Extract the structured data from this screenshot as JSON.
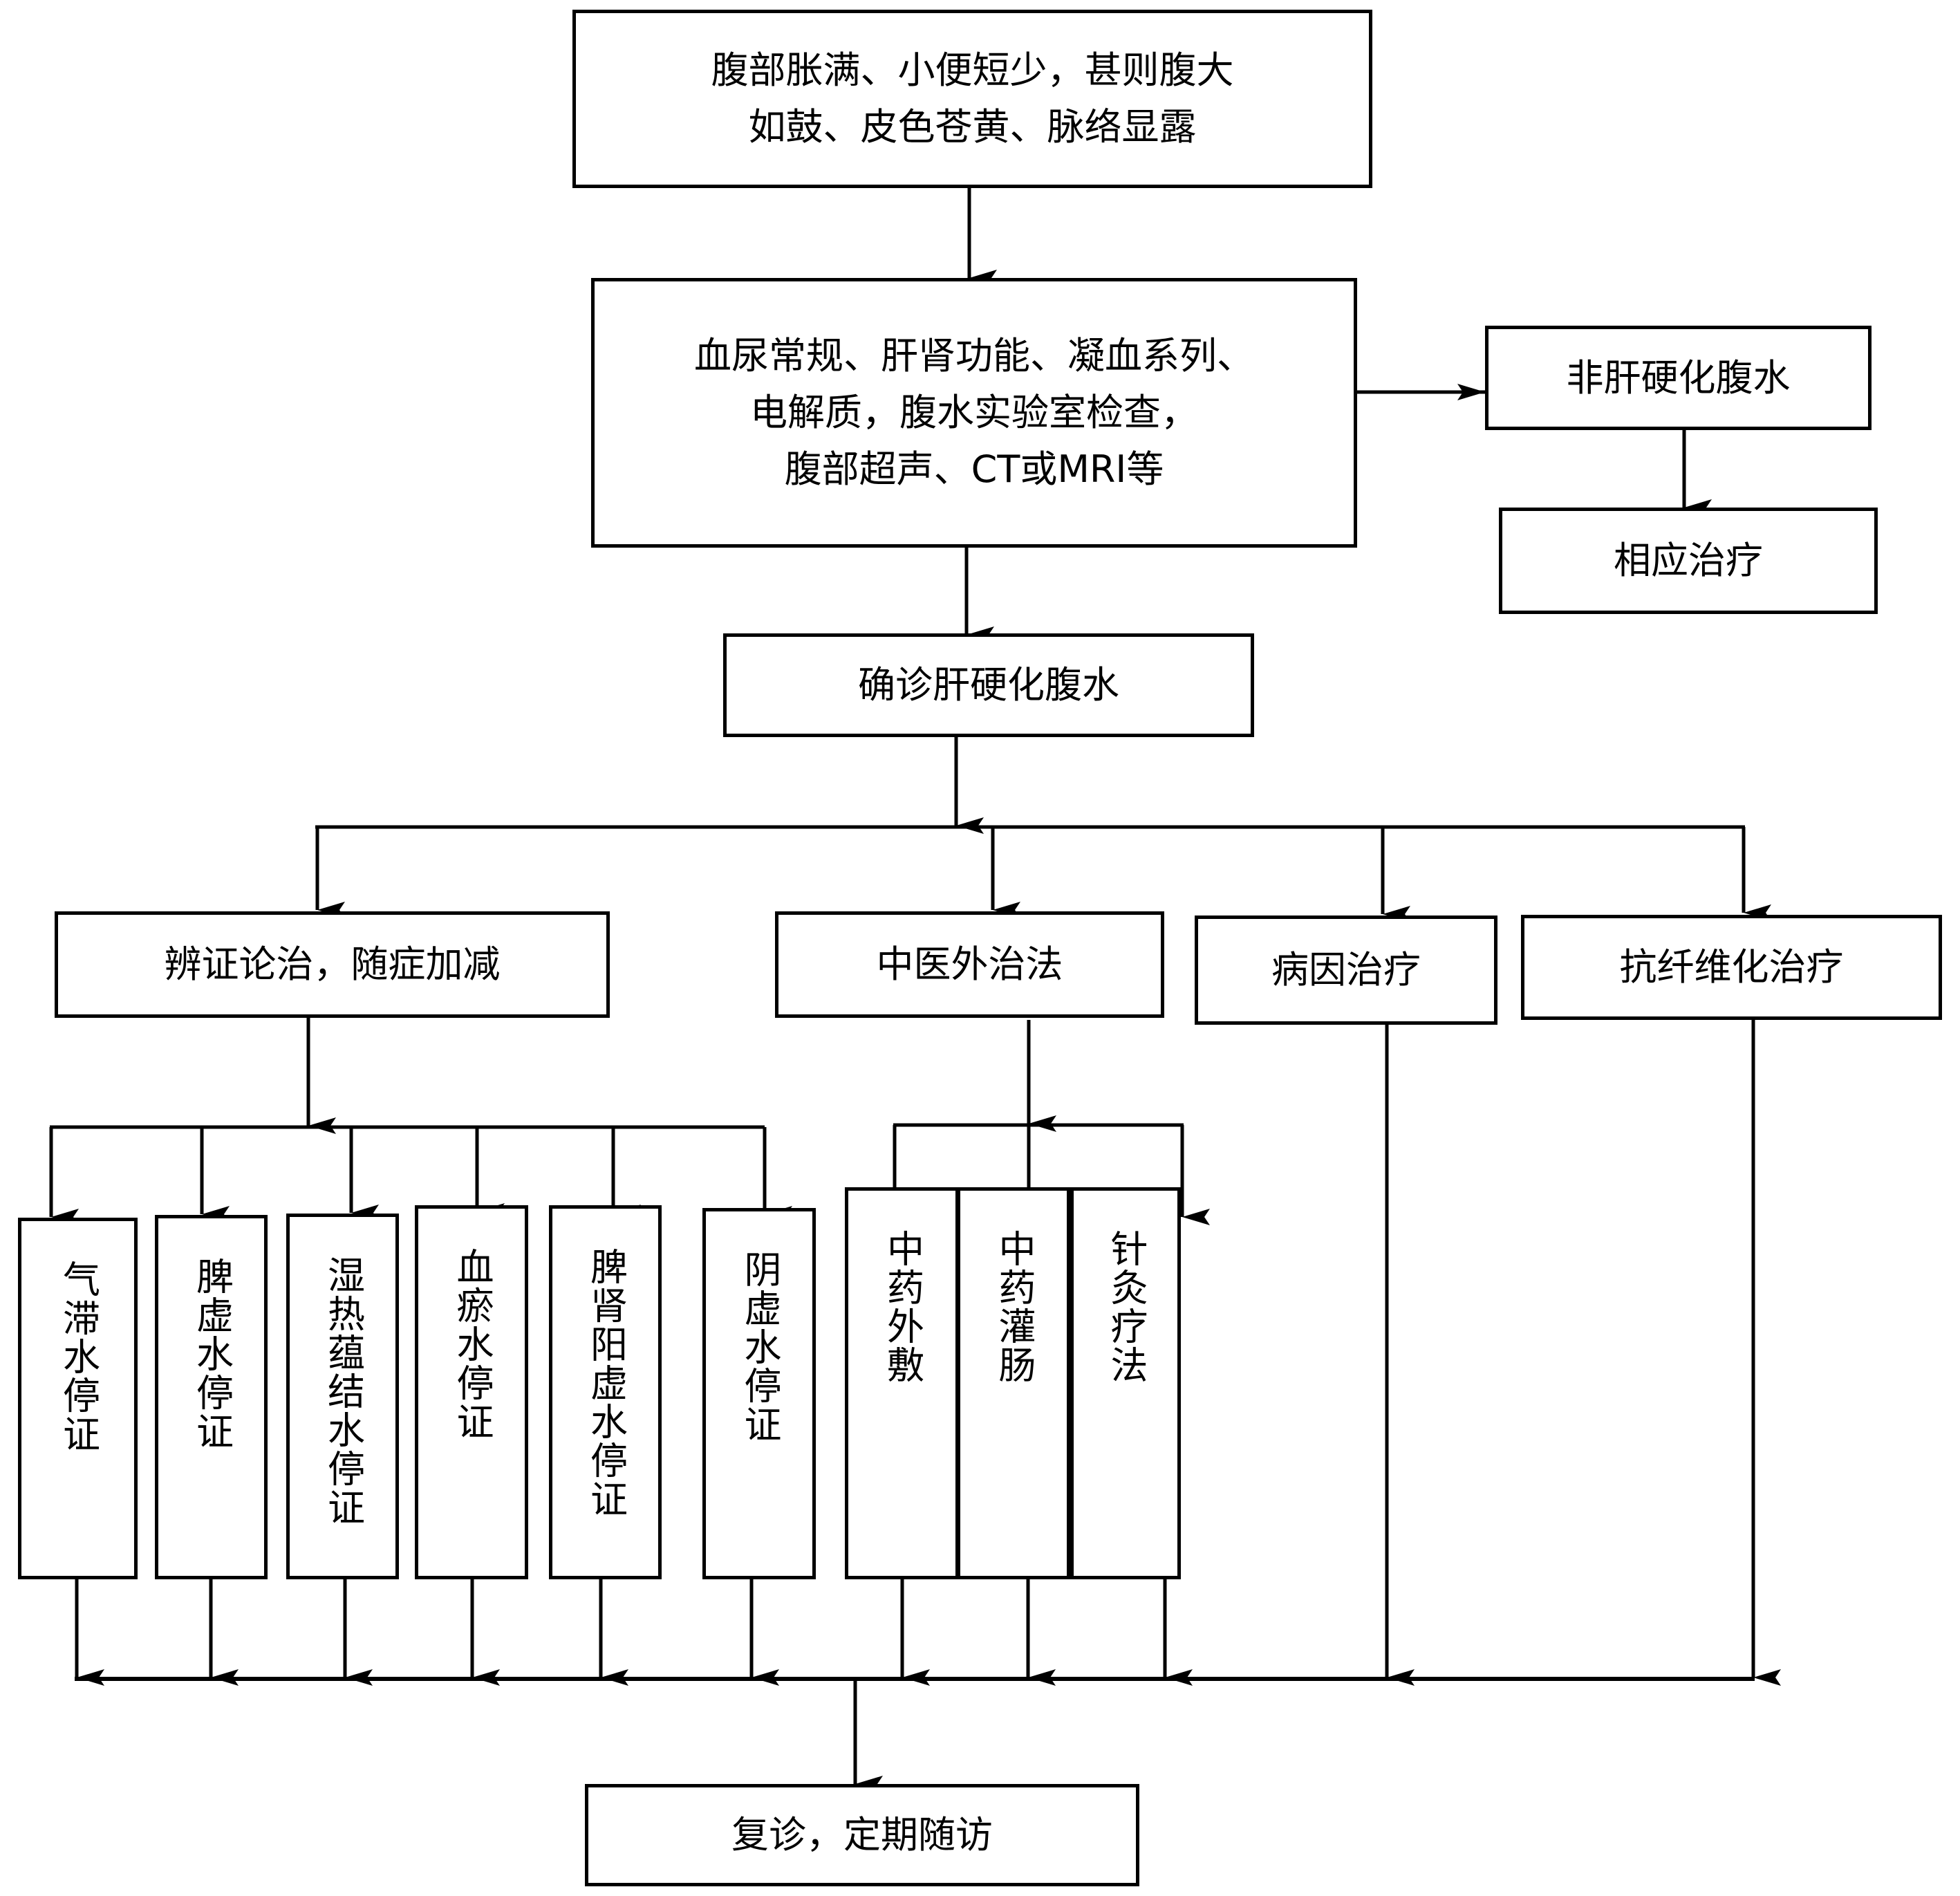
{
  "diagram": {
    "nodes": {
      "symptoms": {
        "label": "腹部胀满、小便短少，甚则腹大\n如鼓、皮色苍黄、脉络显露"
      },
      "exams": {
        "label": "血尿常规、肝肾功能、凝血系列、\n电解质，腹水实验室检查，\n腹部超声、CT或MRI等"
      },
      "non_cirrhotic": {
        "label": "非肝硬化腹水"
      },
      "corresponding_treatment": {
        "label": "相应治疗"
      },
      "diagnosis": {
        "label": "确诊肝硬化腹水"
      },
      "syndrome_differentiation": {
        "label": "辨证论治，随症加减"
      },
      "tcm_external": {
        "label": "中医外治法"
      },
      "etiological": {
        "label": "病因治疗"
      },
      "anti_fibrosis": {
        "label": "抗纤维化治疗"
      },
      "qi_stagnation": {
        "label": "气滞水停证"
      },
      "spleen_deficiency": {
        "label": "脾虚水停证"
      },
      "damp_heat": {
        "label": "湿热蕴结水停证"
      },
      "blood_stasis": {
        "label": "血瘀水停证"
      },
      "spleen_kidney_yang": {
        "label": "脾肾阳虚水停证"
      },
      "yin_deficiency": {
        "label": "阴虚水停证"
      },
      "herbal_application": {
        "label": "中药外敷"
      },
      "herbal_enema": {
        "label": "中药灌肠"
      },
      "acupuncture": {
        "label": "针灸疗法"
      },
      "follow_up": {
        "label": "复诊，定期随访"
      }
    },
    "edges": [
      [
        "symptoms",
        "exams"
      ],
      [
        "exams",
        "non_cirrhotic"
      ],
      [
        "non_cirrhotic",
        "corresponding_treatment"
      ],
      [
        "exams",
        "diagnosis"
      ],
      [
        "diagnosis",
        "syndrome_differentiation"
      ],
      [
        "diagnosis",
        "tcm_external"
      ],
      [
        "diagnosis",
        "etiological"
      ],
      [
        "diagnosis",
        "anti_fibrosis"
      ],
      [
        "syndrome_differentiation",
        "qi_stagnation"
      ],
      [
        "syndrome_differentiation",
        "spleen_deficiency"
      ],
      [
        "syndrome_differentiation",
        "damp_heat"
      ],
      [
        "syndrome_differentiation",
        "blood_stasis"
      ],
      [
        "syndrome_differentiation",
        "spleen_kidney_yang"
      ],
      [
        "syndrome_differentiation",
        "yin_deficiency"
      ],
      [
        "tcm_external",
        "herbal_application"
      ],
      [
        "tcm_external",
        "herbal_enema"
      ],
      [
        "tcm_external",
        "acupuncture"
      ],
      [
        "qi_stagnation",
        "follow_up"
      ],
      [
        "spleen_deficiency",
        "follow_up"
      ],
      [
        "damp_heat",
        "follow_up"
      ],
      [
        "blood_stasis",
        "follow_up"
      ],
      [
        "spleen_kidney_yang",
        "follow_up"
      ],
      [
        "yin_deficiency",
        "follow_up"
      ],
      [
        "herbal_application",
        "follow_up"
      ],
      [
        "herbal_enema",
        "follow_up"
      ],
      [
        "acupuncture",
        "follow_up"
      ],
      [
        "etiological",
        "follow_up"
      ],
      [
        "anti_fibrosis",
        "follow_up"
      ]
    ],
    "colors": {
      "stroke": "#000000",
      "fill": "#ffffff",
      "text": "#000000"
    }
  }
}
